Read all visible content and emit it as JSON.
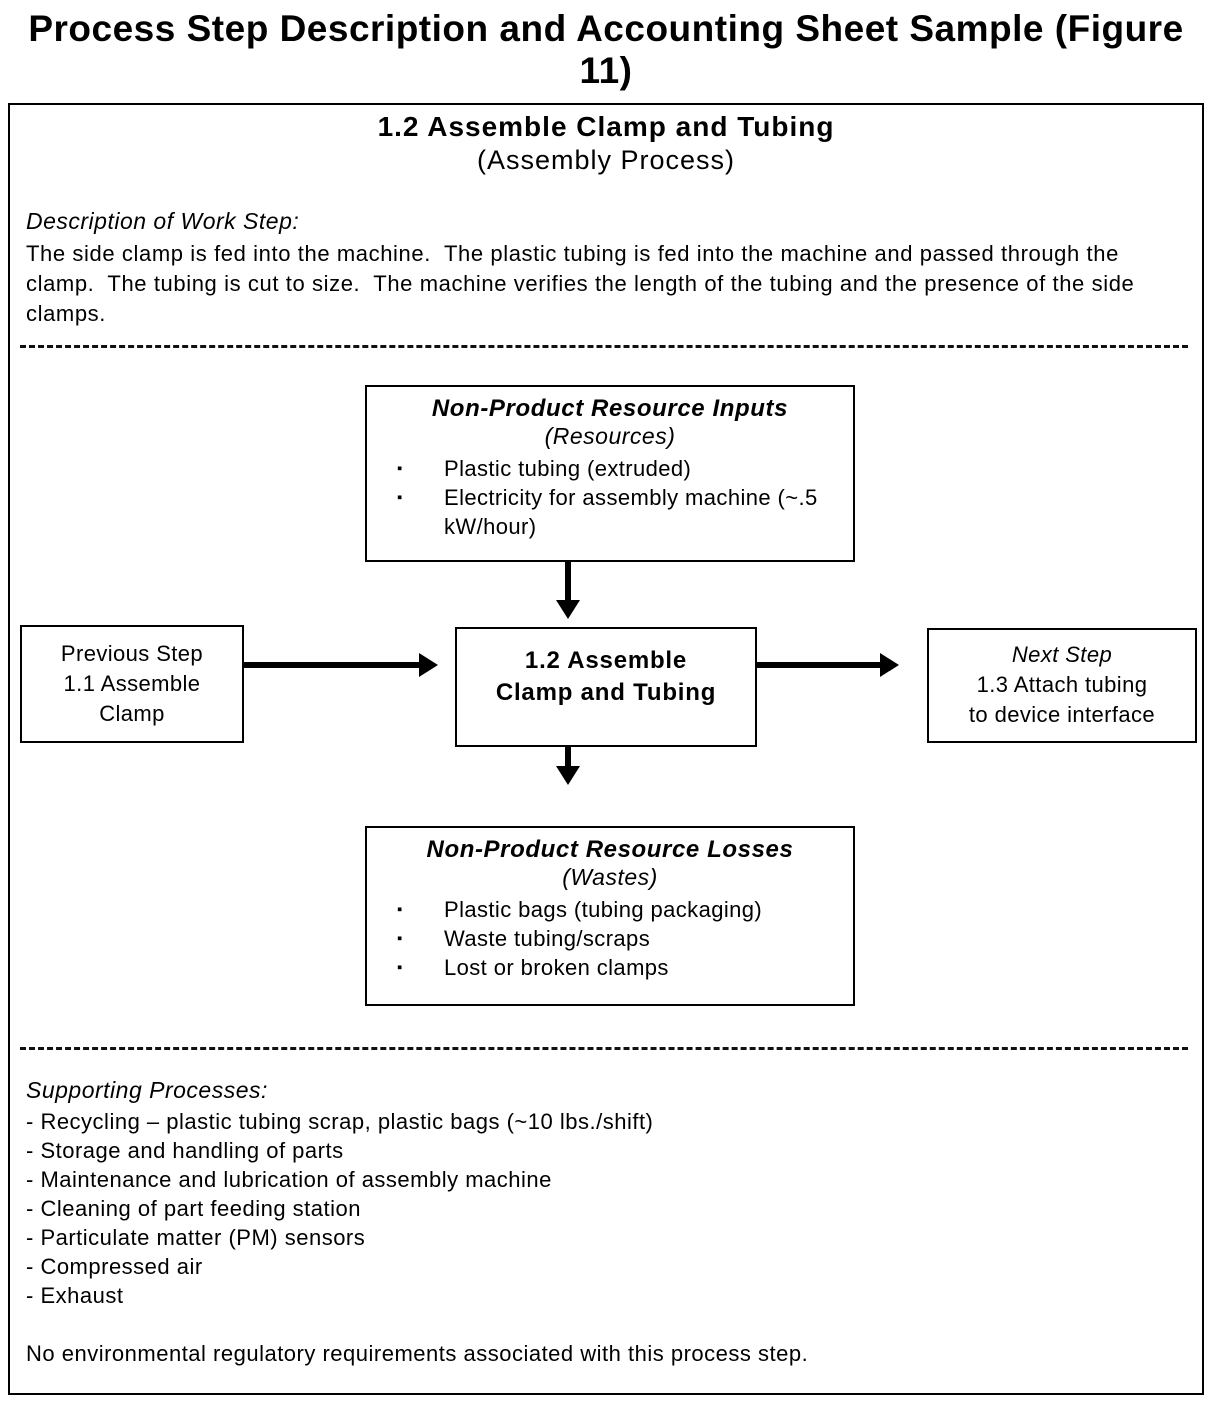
{
  "title": "Process Step Description and Accounting Sheet Sample (Figure 11)",
  "sheet": {
    "heading": "1.2 Assemble Clamp and Tubing",
    "subheading": "(Assembly Process)",
    "description_label": "Description of Work Step:",
    "description_text": "The side clamp is fed into the machine.  The plastic tubing is fed into the machine and passed through the clamp.  The tubing is cut to size.  The machine verifies the length of the tubing and the presence of the side clamps."
  },
  "inputs_box": {
    "title": "Non-Product Resource Inputs",
    "subtitle": "(Resources)",
    "bullet": "▪",
    "items": [
      "Plastic tubing (extruded)",
      "Electricity for assembly machine (~.5 kW/hour)"
    ]
  },
  "losses_box": {
    "title": "Non-Product Resource Losses",
    "subtitle": "(Wastes)",
    "bullet": "▪",
    "items": [
      "Plastic bags (tubing packaging)",
      "Waste tubing/scraps",
      "Lost or broken clamps"
    ]
  },
  "flow": {
    "previous_step": {
      "line1": "Previous Step",
      "line2": "1.1 Assemble",
      "line3": "Clamp"
    },
    "current_step": {
      "line1": "1.2 Assemble",
      "line2": "Clamp and Tubing"
    },
    "next_step": {
      "label": "Next Step",
      "line1": "1.3 Attach tubing",
      "line2": "to device interface"
    }
  },
  "supporting": {
    "label": "Supporting Processes:",
    "items": [
      "- Recycling – plastic tubing scrap, plastic bags (~10 lbs./shift)",
      "- Storage and handling of parts",
      "- Maintenance and lubrication of assembly machine",
      "- Cleaning of part feeding station",
      "- Particulate matter (PM) sensors",
      "- Compressed air",
      "- Exhaust"
    ],
    "note": "No environmental regulatory requirements associated with this process step."
  },
  "colors": {
    "ink": "#000000",
    "paper": "#ffffff"
  }
}
